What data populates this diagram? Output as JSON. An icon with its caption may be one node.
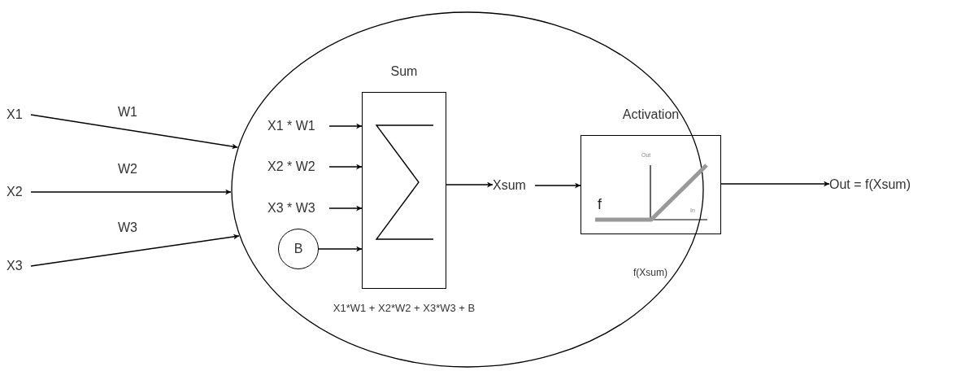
{
  "diagram": {
    "nodes": [
      {
        "text": [
          "X1"
        ]
      },
      {
        "text": [
          "X2"
        ]
      },
      {
        "text": [
          "X3"
        ]
      },
      {
        "text": [],
        "shape": "ellipse"
      },
      {
        "text": [
          "X1 * W1"
        ],
        "in": 3
      },
      {
        "text": [
          "X2 * W2"
        ],
        "in": 3
      },
      {
        "text": [
          "X3 * W3"
        ],
        "in": 3
      },
      {
        "text": [
          "B"
        ],
        "in": 3
      },
      {
        "text": [
          "Sum"
        ],
        "in": 3,
        "beside": [
          "X1*W1 + X2*W2 + X3*W3 + B"
        ]
      },
      {
        "text": [
          "Xsum"
        ],
        "in": 3
      },
      {
        "text": [
          "Activation",
          "Out",
          "In",
          "f"
        ],
        "in": 3,
        "beside": [
          "f(Xsum)"
        ]
      },
      {
        "text": [
          "Out = f(Xsum)"
        ]
      }
    ],
    "edges": [
      {
        "from": 0,
        "to": 3,
        "arrow": "to",
        "label": "W1"
      },
      {
        "from": 1,
        "to": 3,
        "arrow": "to",
        "label": "W2"
      },
      {
        "from": 2,
        "to": 3,
        "arrow": "to",
        "label": "W3"
      },
      {
        "from": 4,
        "to": 8,
        "arrow": "to"
      },
      {
        "from": 5,
        "to": 8,
        "arrow": "to"
      },
      {
        "from": 6,
        "to": 8,
        "arrow": "to"
      },
      {
        "from": 7,
        "to": 8,
        "arrow": "to"
      },
      {
        "from": 8,
        "to": 9,
        "arrow": "to"
      },
      {
        "from": 9,
        "to": 10,
        "arrow": "to"
      },
      {
        "from": 10,
        "to": 11,
        "arrow": "to"
      }
    ]
  }
}
